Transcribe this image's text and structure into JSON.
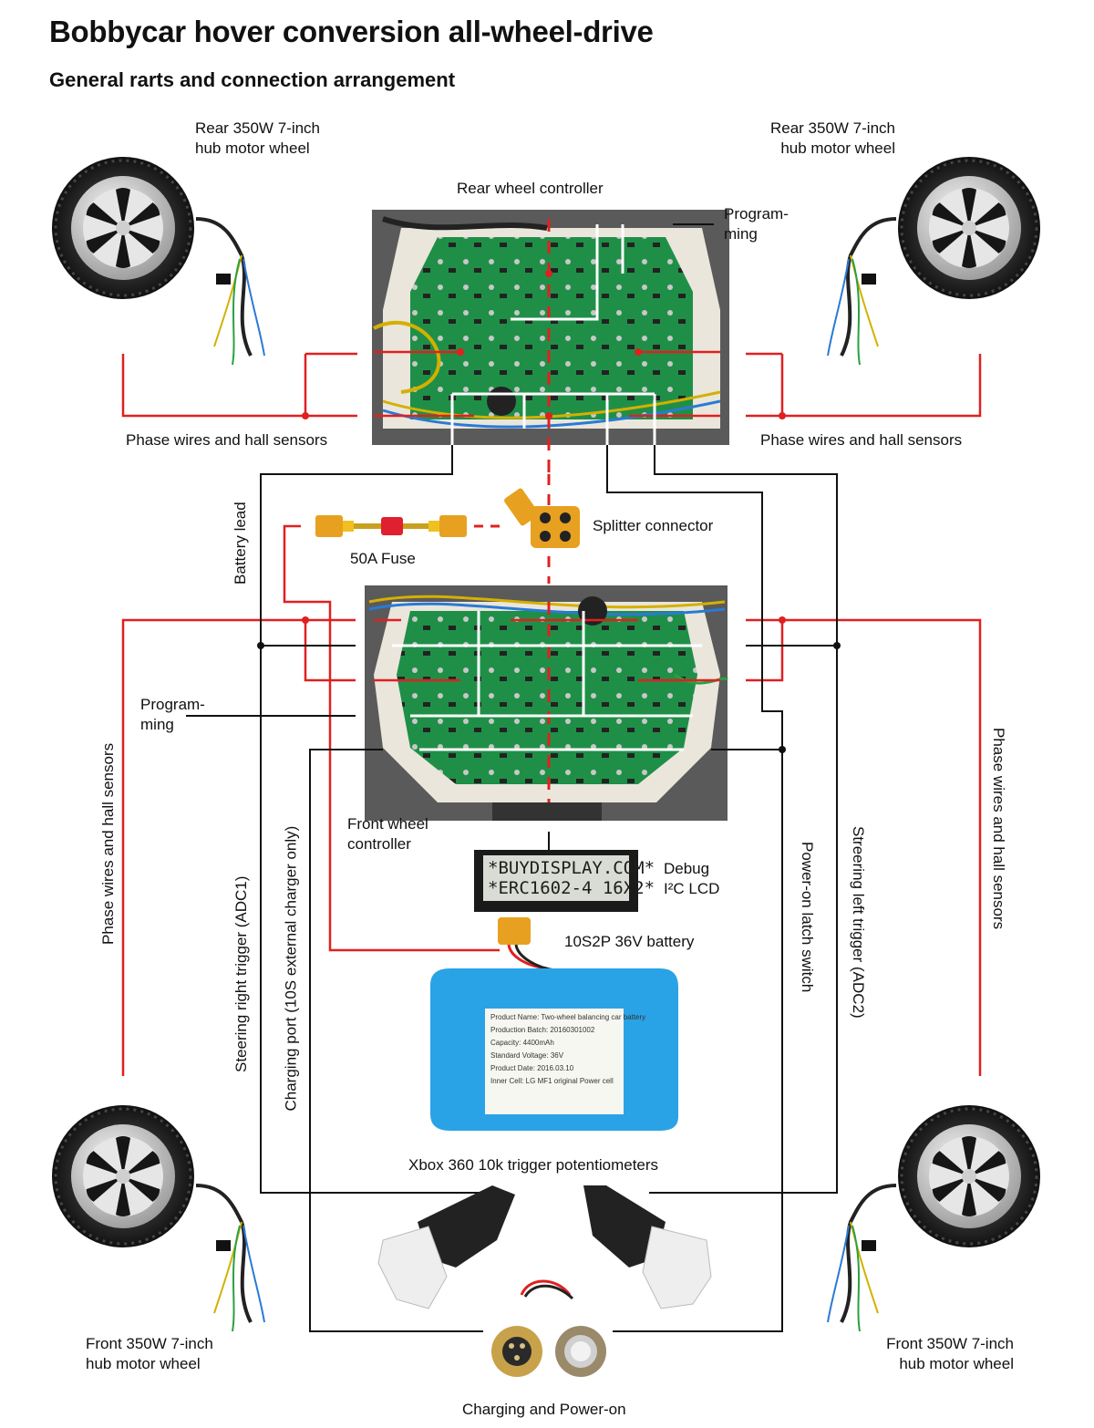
{
  "title": "Bobbycar hover conversion all-wheel-drive",
  "subtitle": "General rarts and connection arrangement",
  "labels": {
    "rear_left_wheel": "Rear 350W 7-inch\nhub motor wheel",
    "rear_right_wheel": "Rear 350W 7-inch\nhub motor wheel",
    "rear_controller": "Rear wheel controller",
    "programming_top": "Program-\nming",
    "programming_mid": "Program-\nming",
    "phase_left_top": "Phase wires and hall sensors",
    "phase_right_top": "Phase wires and hall sensors",
    "battery_lead": "Battery lead",
    "fuse": "50A Fuse",
    "splitter": "Splitter connector",
    "front_controller": "Front wheel\ncontroller",
    "debug_lcd": "Debug\nI²C LCD",
    "battery": "10S2P 36V battery",
    "phase_left_side": "Phase wires and hall sensors",
    "phase_right_side": "Phase wires and hall sensors",
    "steering_right": "Steering right trigger (ADC1)",
    "charging_port": "Charging port (10S external charger only)",
    "power_latch": "Power-on latch switch",
    "steering_left": "Streering left trigger (ADC2)",
    "xbox": "Xbox 360 10k trigger potentiometers",
    "front_left_wheel": "Front 350W 7-inch\nhub motor wheel",
    "front_right_wheel": "Front 350W 7-inch\nhub motor wheel",
    "charging_power": "Charging and Power-on"
  },
  "lcd": {
    "line1": "*BUYDISPLAY.COM*",
    "line2": "*ERC1602-4 16X2*"
  },
  "battery_sticker": {
    "product_name": "Product Name: Two-wheel balancing car battery",
    "batch": "Production Batch: 20160301002",
    "capacity": "Capacity: 4400mAh",
    "voltage": "Standard Voltage: 36V",
    "date": "Product Date: 2016.03.10",
    "cell": "Inner Cell: LG MF1 original Power cell"
  },
  "colors": {
    "phase_wire": "#e02020",
    "signal_wire": "#111111",
    "pcb": "#1e8a45",
    "battery_body": "#2aa3e6",
    "connector": "#e8a020"
  }
}
